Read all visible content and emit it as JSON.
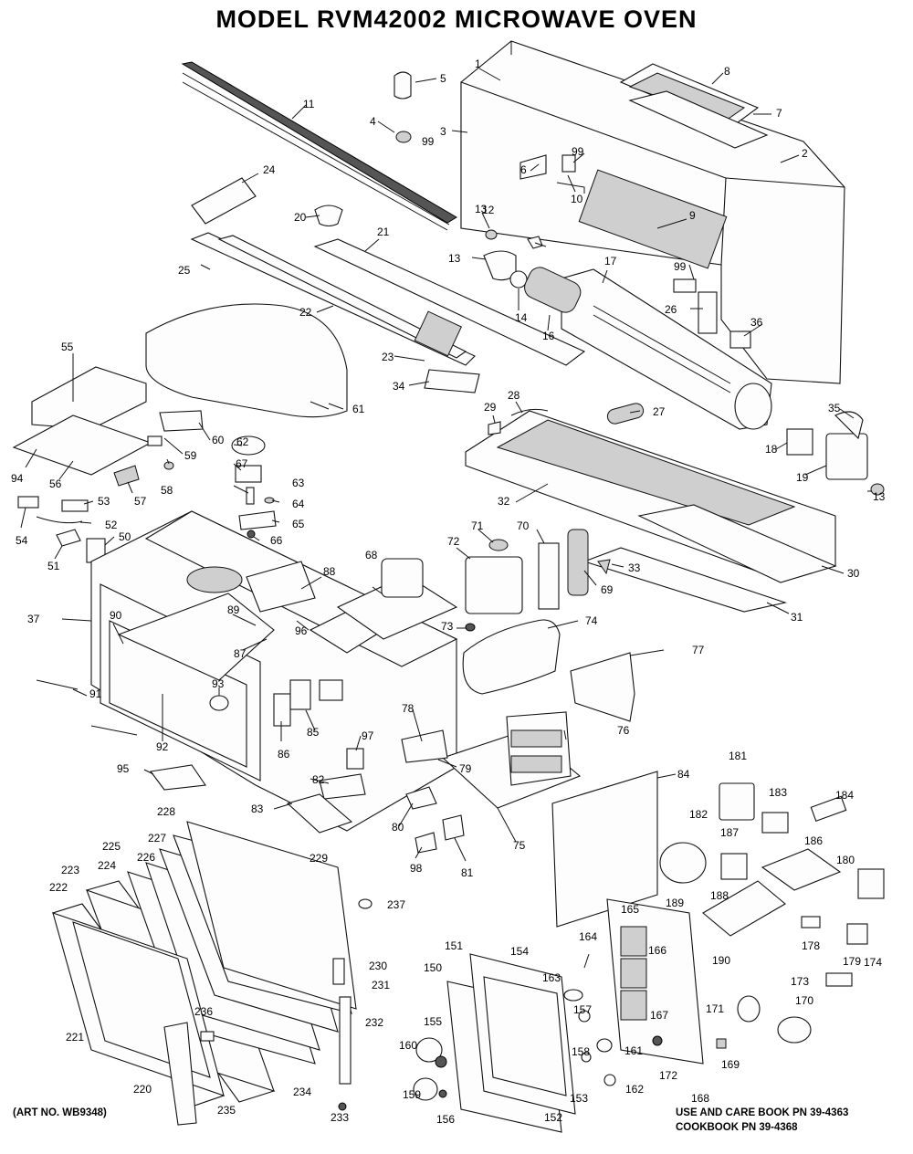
{
  "title": "MODEL RVM42002 MICROWAVE OVEN",
  "footer": {
    "art_no": "(ART NO. WB9348)",
    "use_care": "USE AND CARE BOOK PN 39-4363",
    "cookbook": "COOKBOOK PN 39-4368"
  },
  "callouts": [
    "1",
    "2",
    "3",
    "4",
    "5",
    "6",
    "7",
    "8",
    "9",
    "10",
    "11",
    "12",
    "13",
    "13",
    "13",
    "14",
    "16",
    "17",
    "18",
    "19",
    "20",
    "21",
    "22",
    "23",
    "24",
    "25",
    "26",
    "27",
    "28",
    "29",
    "30",
    "31",
    "32",
    "33",
    "34",
    "35",
    "36",
    "37",
    "50",
    "51",
    "52",
    "53",
    "54",
    "55",
    "56",
    "57",
    "58",
    "59",
    "60",
    "61",
    "62",
    "63",
    "64",
    "65",
    "66",
    "67",
    "68",
    "69",
    "70",
    "71",
    "72",
    "73",
    "74",
    "75",
    "76",
    "77",
    "78",
    "79",
    "80",
    "81",
    "82",
    "83",
    "84",
    "85",
    "86",
    "87",
    "88",
    "89",
    "90",
    "91",
    "92",
    "93",
    "94",
    "95",
    "96",
    "97",
    "98",
    "99",
    "99",
    "99",
    "150",
    "151",
    "152",
    "153",
    "154",
    "155",
    "156",
    "157",
    "158",
    "159",
    "160",
    "161",
    "162",
    "163",
    "164",
    "165",
    "166",
    "167",
    "168",
    "169",
    "170",
    "171",
    "172",
    "173",
    "174",
    "178",
    "179",
    "180",
    "181",
    "182",
    "183",
    "184",
    "186",
    "187",
    "188",
    "189",
    "190",
    "220",
    "221",
    "222",
    "223",
    "224",
    "225",
    "226",
    "227",
    "228",
    "229",
    "230",
    "231",
    "232",
    "233",
    "234",
    "235",
    "236",
    "237"
  ]
}
